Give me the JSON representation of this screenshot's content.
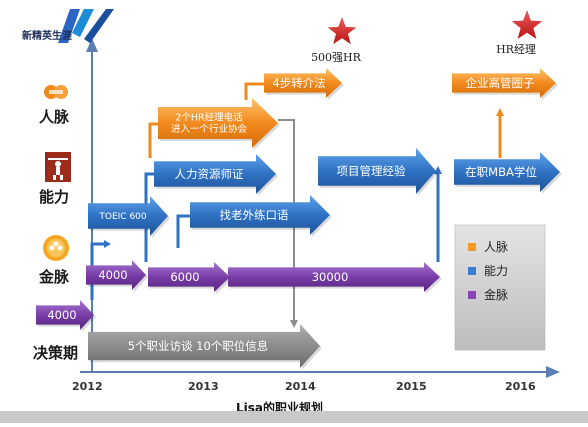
{
  "brand": {
    "name": "新精英生涯"
  },
  "categories": [
    {
      "label": "人脉",
      "icon": "handshake-icon"
    },
    {
      "label": "能力",
      "icon": "weightlifter-icon"
    },
    {
      "label": "金脉",
      "icon": "coins-icon"
    },
    {
      "label": "决策期"
    }
  ],
  "years": [
    "2012",
    "2013",
    "2014",
    "2015",
    "2016"
  ],
  "arrows": [
    {
      "id": "a1",
      "text": "4000",
      "kind": "money"
    },
    {
      "id": "a2",
      "text": "4000",
      "kind": "money"
    },
    {
      "id": "a3",
      "text": "6000",
      "kind": "money"
    },
    {
      "id": "a4",
      "text": "30000",
      "kind": "money"
    },
    {
      "id": "a5",
      "text": "TOEIC  600",
      "kind": "ability"
    },
    {
      "id": "a6",
      "text": "人力资源师证",
      "kind": "ability"
    },
    {
      "id": "a7",
      "text": "找老外练口语",
      "kind": "ability"
    },
    {
      "id": "a8",
      "text": "项目管理经验",
      "kind": "ability"
    },
    {
      "id": "a9",
      "text": "在职MBA学位",
      "kind": "ability"
    },
    {
      "id": "a10",
      "text": [
        "2个HR经理电话",
        "进入一个行业协会"
      ],
      "kind": "network"
    },
    {
      "id": "a11",
      "text": "4步转介法",
      "kind": "network"
    },
    {
      "id": "a12",
      "text": "企业高管圈子",
      "kind": "network"
    },
    {
      "id": "a13",
      "text": "5个职业访谈   10个职位信息",
      "kind": "decision"
    }
  ],
  "star_labels": [
    "500强HR",
    "HR经理"
  ],
  "legend": [
    {
      "label": "人脉",
      "color": "#f59a2a"
    },
    {
      "label": "能力",
      "color": "#3b7fd0"
    },
    {
      "label": "金脉",
      "color": "#8a46b8"
    }
  ],
  "caption": "Lisa的职业规划",
  "colors": {
    "money": "#7a3da8",
    "ability": "#2f72c4",
    "network": "#f08a1c",
    "decision": "#8c8c8c",
    "axis": "#5b7fb0",
    "star": "#d72b2b"
  }
}
